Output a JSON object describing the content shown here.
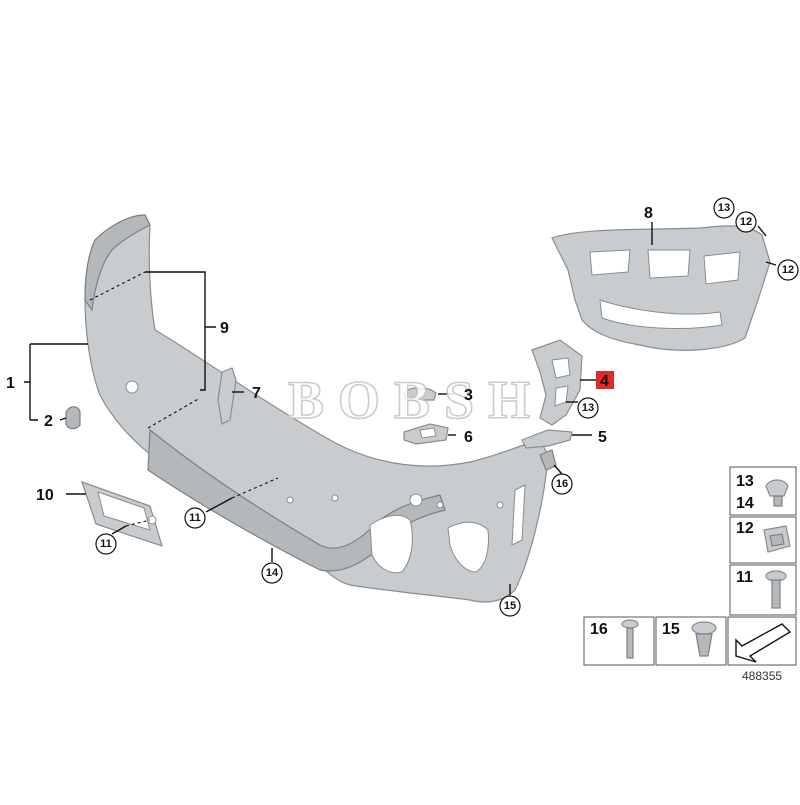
{
  "diagram": {
    "watermark": "BOBSH",
    "reference_number": "488355",
    "callouts": {
      "c1": "1",
      "c2": "2",
      "c3": "3",
      "c4": "4",
      "c5": "5",
      "c6": "6",
      "c7": "7",
      "c8": "8",
      "c9": "9",
      "c10": "10",
      "c11a": "11",
      "c11b": "11",
      "c12a": "12",
      "c12b": "12",
      "c13a": "13",
      "c13b": "13",
      "c14": "14",
      "c15": "15",
      "c16": "16"
    },
    "highlight_color": "#e02b2b",
    "legend": {
      "l13": "13",
      "l14": "14",
      "l12": "12",
      "l11": "11",
      "l16": "16",
      "l15": "15"
    }
  }
}
